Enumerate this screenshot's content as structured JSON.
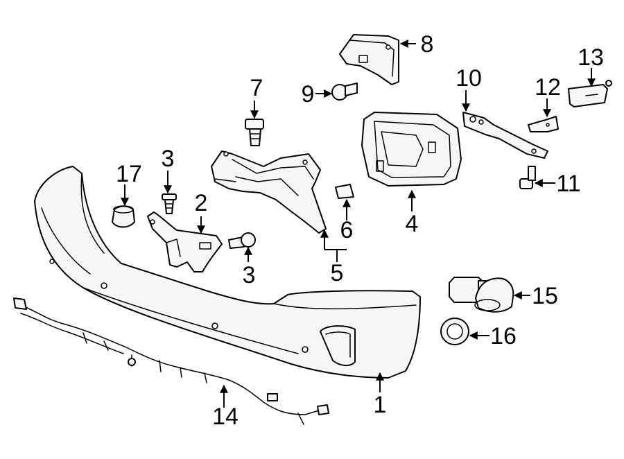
{
  "callouts": {
    "c1": "1",
    "c2": "2",
    "c3a": "3",
    "c3b": "3",
    "c4": "4",
    "c5": "5",
    "c6": "6",
    "c7": "7",
    "c8": "8",
    "c9": "9",
    "c10": "10",
    "c11": "11",
    "c12": "12",
    "c13": "13",
    "c14": "14",
    "c15": "15",
    "c16": "16",
    "c17": "17"
  }
}
